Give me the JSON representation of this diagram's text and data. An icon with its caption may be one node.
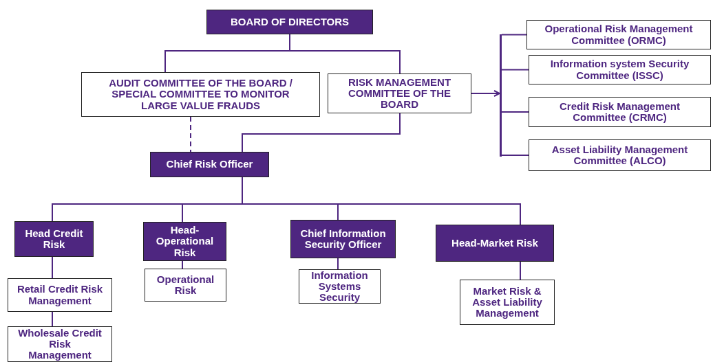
{
  "diagram": {
    "nodes": [
      {
        "text": [
          "BOARD OF DIRECTORS"
        ]
      },
      {
        "text": [
          "AUDIT COMMITTEE OF THE BOARD / SPECIAL COMMITTEE TO MONITOR LARGE VALUE FRAUDS"
        ]
      },
      {
        "text": [
          "RISK MANAGEMENT COMMITTEE OF THE BOARD"
        ]
      },
      {
        "text": [
          "Chief Risk Officer"
        ]
      },
      {
        "text": [
          "Operational Risk Management Committee (ORMC)"
        ]
      },
      {
        "text": [
          "Information system Security Committee (ISSC)"
        ]
      },
      {
        "text": [
          "Credit Risk Management Committee (CRMC)"
        ]
      },
      {
        "text": [
          "Asset Liability Management Committee (ALCO)"
        ]
      },
      {
        "text": [
          "Head Credit Risk"
        ]
      },
      {
        "text": [
          "Head-Operational Risk"
        ]
      },
      {
        "text": [
          "Chief Information Security Officer"
        ]
      },
      {
        "text": [
          "Head-Market Risk"
        ]
      },
      {
        "text": [
          "Retail Credit Risk Management"
        ]
      },
      {
        "text": [
          "Operational Risk"
        ]
      },
      {
        "text": [
          "Information Systems Security"
        ]
      },
      {
        "text": [
          "Market Risk & Asset Liability Management"
        ]
      },
      {
        "text": [
          "Wholesale Credit Risk Management"
        ]
      },
      {
        "text": [],
        "shape": "bar"
      }
    ],
    "edges": [
      {
        "from": 0,
        "to": 1,
        "arrow": "none"
      },
      {
        "from": 0,
        "to": 2,
        "arrow": "none"
      },
      {
        "from": 1,
        "to": 3,
        "arrow": "none",
        "style": "dashed"
      },
      {
        "from": 2,
        "to": 3,
        "arrow": "none"
      },
      {
        "from": 2,
        "to": 17,
        "arrow": "to"
      },
      {
        "from": 17,
        "to": 4,
        "arrow": "none"
      },
      {
        "from": 17,
        "to": 5,
        "arrow": "none"
      },
      {
        "from": 17,
        "to": 6,
        "arrow": "none"
      },
      {
        "from": 17,
        "to": 7,
        "arrow": "none"
      },
      {
        "from": 3,
        "to": 8,
        "arrow": "none"
      },
      {
        "from": 3,
        "to": 9,
        "arrow": "none"
      },
      {
        "from": 3,
        "to": 10,
        "arrow": "none"
      },
      {
        "from": 3,
        "to": 11,
        "arrow": "none"
      },
      {
        "from": 8,
        "to": 12,
        "arrow": "none"
      },
      {
        "from": 12,
        "to": 16,
        "arrow": "none"
      },
      {
        "from": 9,
        "to": 13,
        "arrow": "none"
      },
      {
        "from": 10,
        "to": 14,
        "arrow": "none"
      },
      {
        "from": 11,
        "to": 15,
        "arrow": "none"
      }
    ]
  }
}
